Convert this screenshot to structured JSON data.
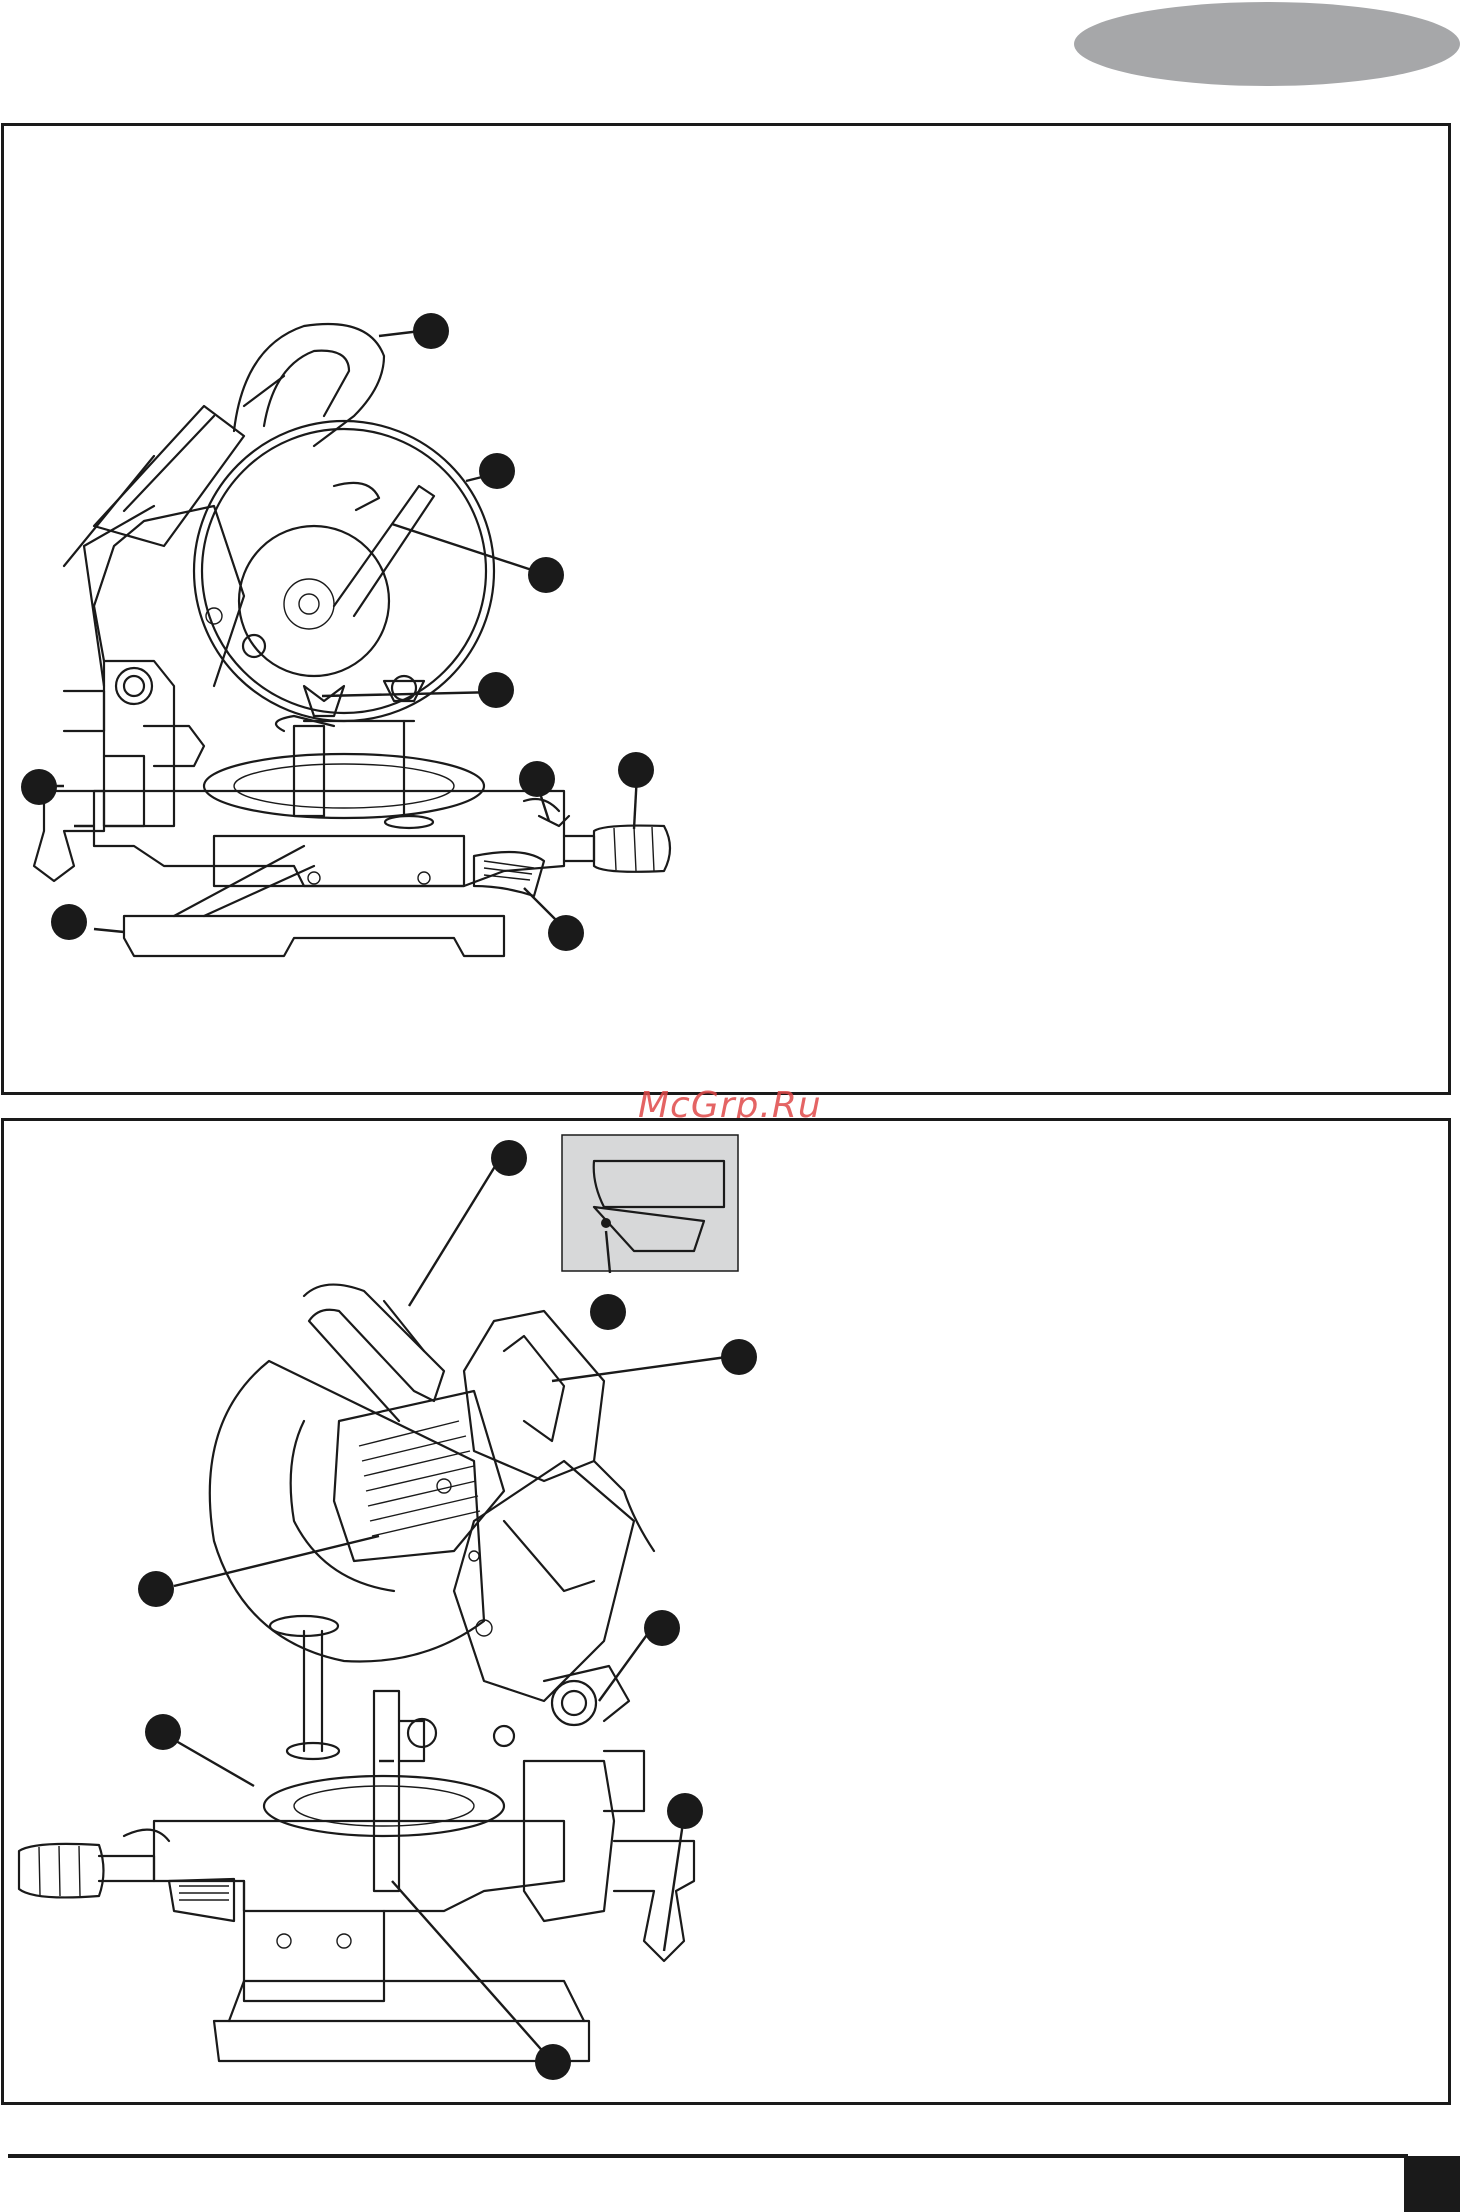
{
  "header": {
    "tab_color": "#a6a7a9"
  },
  "watermark": {
    "text": "McGrp.Ru",
    "color": "#e04a4a"
  },
  "figures": [
    {
      "id": "figure-1",
      "callouts": 10
    },
    {
      "id": "figure-2",
      "callouts": 9
    }
  ],
  "footer": {
    "page_box_color": "#1a1a1a"
  }
}
